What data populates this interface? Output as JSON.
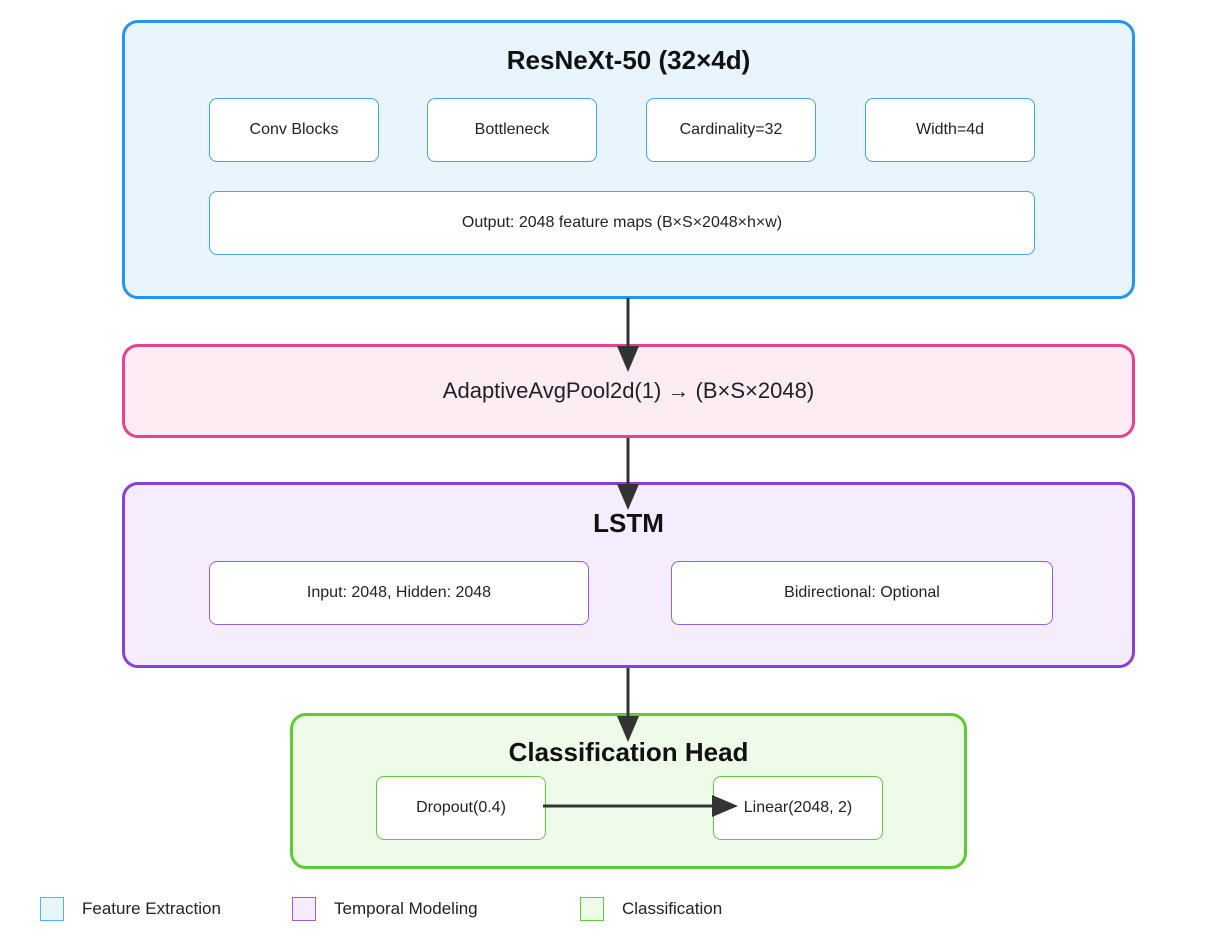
{
  "resnext": {
    "title": "ResNeXt-50 (32×4d)",
    "blocks": [
      "Conv Blocks",
      "Bottleneck",
      "Cardinality=32",
      "Width=4d"
    ],
    "output": "Output: 2048 feature maps (B×S×2048×h×w)",
    "border_color": "#2196f3",
    "fill_color": "#e8f5fe"
  },
  "pool": {
    "label": "AdaptiveAvgPool2d(1) → (B×S×2048)",
    "border_color": "#e7418e",
    "fill_color": "#fdecf3"
  },
  "lstm": {
    "title": "LSTM",
    "blocks": [
      "Input: 2048, Hidden: 2048",
      "Bidirectional: Optional"
    ],
    "border_color": "#8a3fd8",
    "fill_color": "#f5edfd"
  },
  "head": {
    "title": "Classification Head",
    "blocks": [
      "Dropout(0.4)",
      "Linear(2048, 2)"
    ],
    "border_color": "#5ccc31",
    "fill_color": "#effbe9"
  },
  "legend": [
    {
      "label": "Feature Extraction",
      "color": "#4db6f5",
      "fill": "#e8f5fe"
    },
    {
      "label": "Temporal Modeling",
      "color": "#9c5de0",
      "fill": "#f5edfd"
    },
    {
      "label": "Classification",
      "color": "#5fcf35",
      "fill": "#effbe9"
    }
  ],
  "arrow_color": "#333333"
}
